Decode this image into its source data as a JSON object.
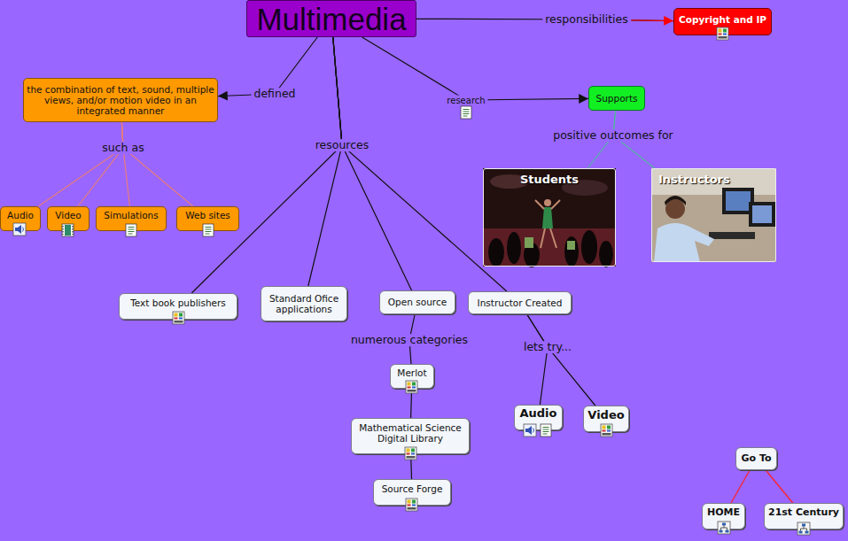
{
  "diagram": {
    "nodes": [
      {
        "text": [
          "Multimedia"
        ]
      },
      {
        "text": [
          "Copyright and IP"
        ]
      },
      {
        "text": [
          "the combination of text, sound, multiple views, and/or motion video in an integrated manner"
        ]
      },
      {
        "text": [
          "Supports"
        ]
      },
      {
        "text": [
          "Students"
        ]
      },
      {
        "text": [
          "Instructors"
        ]
      },
      {
        "text": [
          "Audio"
        ]
      },
      {
        "text": [
          "Video"
        ]
      },
      {
        "text": [
          "Simulations"
        ]
      },
      {
        "text": [
          "Web sites"
        ]
      },
      {
        "text": [
          "Text book publishers"
        ]
      },
      {
        "text": [
          "Standard Ofice applications"
        ]
      },
      {
        "text": [
          "Open source"
        ]
      },
      {
        "text": [
          "Instructor Created"
        ]
      },
      {
        "text": [
          "Merlot"
        ]
      },
      {
        "text": [
          "Mathematical Science Digital Library"
        ]
      },
      {
        "text": [
          "Source Forge"
        ]
      },
      {
        "text": [
          "Audio"
        ]
      },
      {
        "text": [
          "Video"
        ]
      },
      {
        "text": [
          "Go To"
        ]
      },
      {
        "text": [
          "HOME"
        ]
      },
      {
        "text": [
          "21st Century"
        ]
      }
    ],
    "edges": [
      {
        "from": 0,
        "to": 1,
        "label": "responsibilities",
        "arrow": "to"
      },
      {
        "from": 0,
        "to": 2,
        "label": "defined",
        "arrow": "to"
      },
      {
        "from": 0,
        "to": 3,
        "label": "research",
        "arrow": "to"
      },
      {
        "from": 2,
        "to": 6,
        "label": "such as",
        "arrow": "none"
      },
      {
        "from": 2,
        "to": 7,
        "arrow": "none"
      },
      {
        "from": 2,
        "to": 8,
        "arrow": "none"
      },
      {
        "from": 2,
        "to": 9,
        "arrow": "none"
      },
      {
        "from": 0,
        "to": 10,
        "label": "resources",
        "arrow": "none"
      },
      {
        "from": 0,
        "to": 11,
        "arrow": "none"
      },
      {
        "from": 0,
        "to": 12,
        "arrow": "none"
      },
      {
        "from": 0,
        "to": 13,
        "arrow": "none"
      },
      {
        "from": 3,
        "to": 4,
        "label": "positive outcomes for",
        "arrow": "none"
      },
      {
        "from": 3,
        "to": 5,
        "arrow": "none"
      },
      {
        "from": 12,
        "to": 14,
        "label": "numerous categories",
        "arrow": "none"
      },
      {
        "from": 14,
        "to": 15,
        "arrow": "none"
      },
      {
        "from": 15,
        "to": 16,
        "arrow": "none"
      },
      {
        "from": 13,
        "to": 17,
        "label": "lets try...",
        "arrow": "none"
      },
      {
        "from": 13,
        "to": 18,
        "arrow": "none"
      },
      {
        "from": 19,
        "to": 20,
        "arrow": "none"
      },
      {
        "from": 19,
        "to": 21,
        "arrow": "none"
      }
    ]
  }
}
